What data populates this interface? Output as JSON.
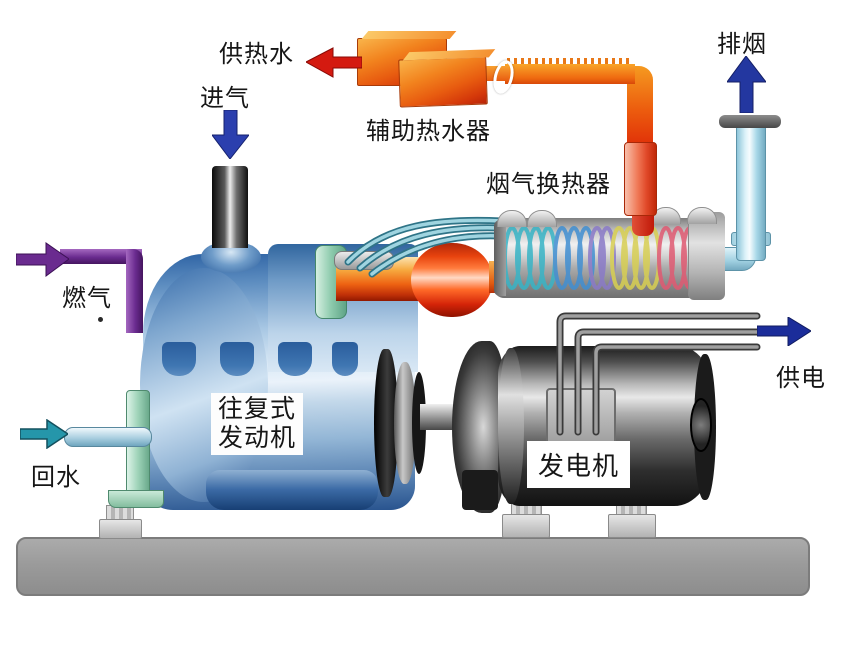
{
  "labels": {
    "hot_water_supply": "供热水",
    "air_intake": "进气",
    "aux_heater": "辅助热水器",
    "exhaust": "排烟",
    "flue_gas_heat_exchanger": "烟气换热器",
    "fuel_gas": "燃气",
    "engine_line1": "往复式",
    "engine_line2": "发动机",
    "return_water": "回水",
    "generator": "发电机",
    "power_out": "供电"
  },
  "arrow_colors": {
    "hot_water": "#d41a10",
    "air_intake": "#2b3fae",
    "exhaust": "#2337a0",
    "fuel_gas": "#6a2b8f",
    "return_water": "#2596aa",
    "power": "#1b2d9a"
  },
  "coil_colors": [
    "#38b4c6",
    "#418fd2",
    "#8a7ac8",
    "#d8cf52",
    "#e05a72"
  ]
}
